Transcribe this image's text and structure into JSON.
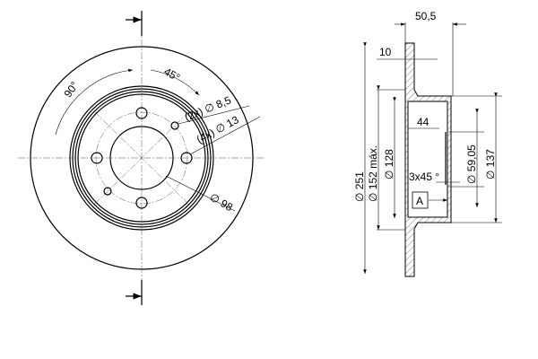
{
  "front_view": {
    "angle_45": "45°",
    "angle_90": "90°",
    "hole_small": "(2x) ∅ 8,5",
    "hole_large": "(4x) ∅ 13",
    "pcd": "∅ 98"
  },
  "side_view": {
    "width_total": "50,5",
    "thickness": "10",
    "hub_depth": "44",
    "dia_outer": "∅ 251",
    "dia_friction": "∅ 152 máx.",
    "dia_128": "∅ 128",
    "dia_center": "∅ 59,05",
    "dia_137": "∅ 137",
    "chamfer": "3x45 °",
    "datum": "A"
  }
}
